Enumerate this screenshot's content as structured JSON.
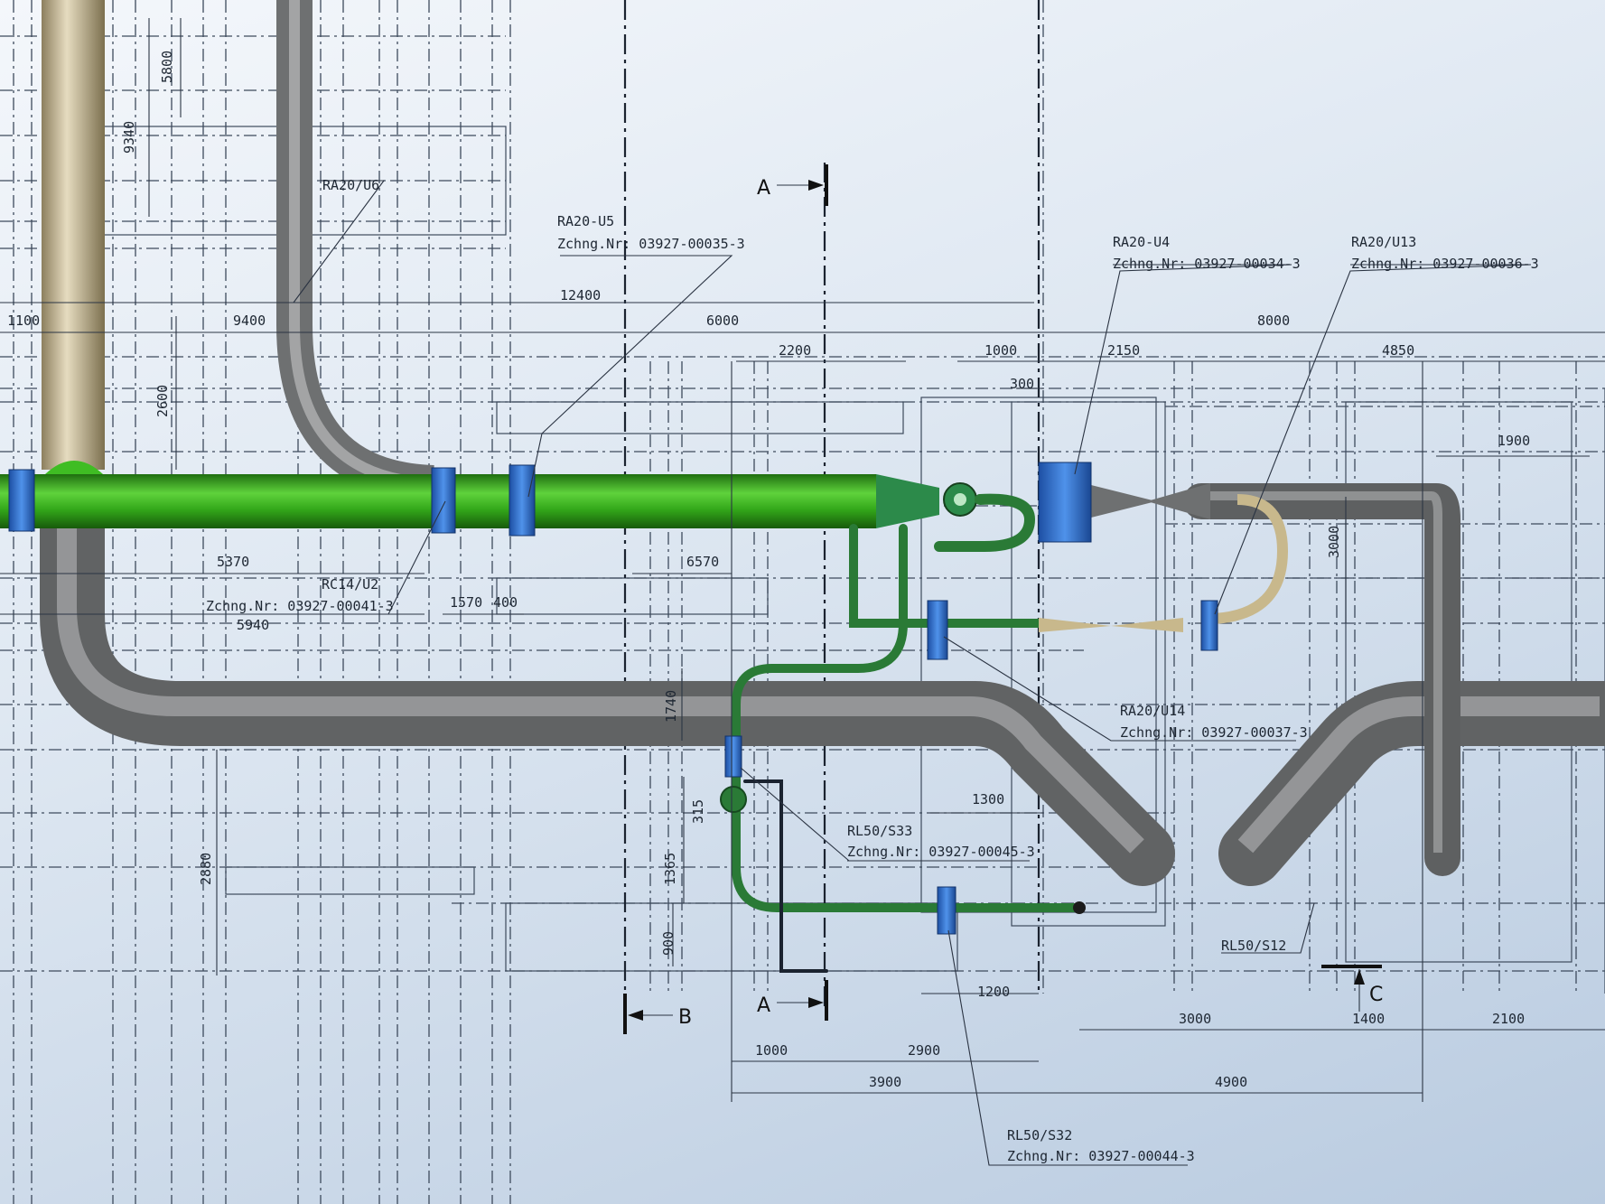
{
  "colors": {
    "main_line": "#37b21b",
    "return_pipe": "#7d7f80",
    "tan_pipe": "#cdbf9b",
    "branch_pipe": "#2f8a3c",
    "clamp": "#2c6fd1"
  },
  "section_marks": {
    "a_top": "A",
    "a_bottom": "A",
    "b": "B",
    "c": "C"
  },
  "labels": {
    "ra20_u6": {
      "line1": "RA20/U6"
    },
    "ra20_u5": {
      "line1": "RA20-U5",
      "line2": "Zchng.Nr: 03927-00035-3"
    },
    "ra20_u4": {
      "line1": "RA20-U4",
      "line2": "Zchng.Nr: 03927-00034-3"
    },
    "ra20_u13": {
      "line1": "RA20/U13",
      "line2": "Zchng.Nr: 03927-00036-3"
    },
    "rc14_u2": {
      "line1": "RC14/U2",
      "line2": "Zchng.Nr: 03927-00041-3"
    },
    "ra20_u14": {
      "line1": "RA20/U14",
      "line2": "Zchng.Nr: 03927-00037-3"
    },
    "rl50_s33": {
      "line1": "RL50/S33",
      "line2": "Zchng.Nr: 03927-00045-3"
    },
    "rl50_s32": {
      "line1": "RL50/S32",
      "line2": "Zchng.Nr: 03927-00044-3"
    },
    "rl50_s12": {
      "line1": "RL50/S12"
    }
  },
  "dimensions": {
    "d5800": "5800",
    "d9340": "9340",
    "d1100": "1100",
    "d9400": "9400",
    "d12400": "12400",
    "d2600": "2600",
    "d6000": "6000",
    "d2200": "2200",
    "d1000_top": "1000",
    "d2150": "2150",
    "d8000": "8000",
    "d4850": "4850",
    "d300": "300",
    "d1900": "1900",
    "d3000_v": "3000",
    "d5370": "5370",
    "d6570": "6570",
    "d1570": "1570",
    "d400": "400",
    "d5940": "5940",
    "d1740": "1740",
    "d1300": "1300",
    "d315": "315",
    "d1365": "1365",
    "d2880": "2880",
    "d900": "900",
    "d1200": "1200",
    "d3000_h": "3000",
    "d1400": "1400",
    "d2100": "2100",
    "d1000_bottom": "1000",
    "d2900": "2900",
    "d3900": "3900",
    "d4900": "4900"
  }
}
